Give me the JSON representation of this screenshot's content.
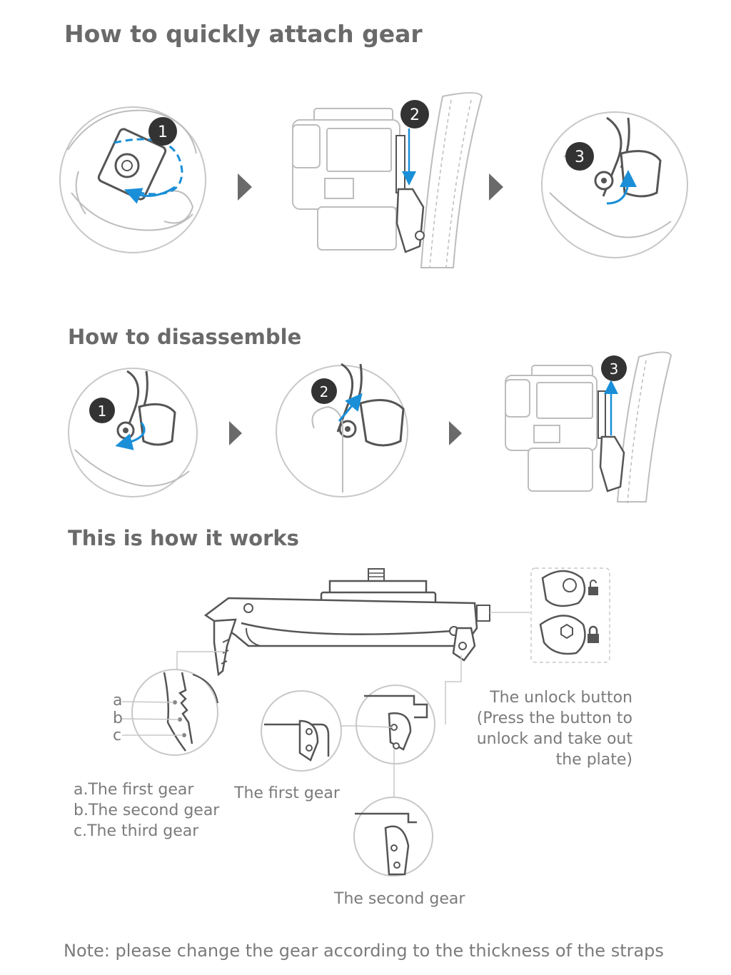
{
  "sections": {
    "attach_title": "How to quickly attach gear",
    "disassemble_title": "How to disassemble",
    "works_title": "This is how it works"
  },
  "attach_steps": [
    "1",
    "2",
    "3"
  ],
  "disassemble_steps": [
    "1",
    "2",
    "3"
  ],
  "gear_markers": [
    "a",
    "b",
    "c"
  ],
  "gear_legend": [
    "a.The first gear",
    "b.The second gear",
    "c.The third gear"
  ],
  "first_gear_label": "The first gear",
  "second_gear_label": "The second gear",
  "unlock_label": [
    "The unlock button",
    "(Press the button to",
    "unlock and take out",
    "the plate)"
  ],
  "note": "Note: please change the gear according to the thickness of the straps",
  "colors": {
    "arrow_blue": "#1a8fd8",
    "line_gray": "#555555",
    "badge_dark": "#333333"
  }
}
